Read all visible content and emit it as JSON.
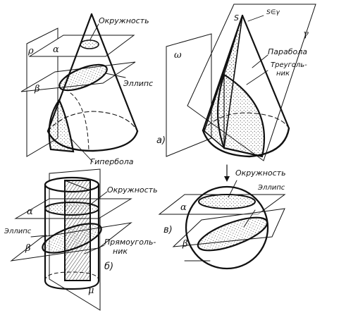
{
  "figure_a": {
    "label_circle": "Окружность",
    "label_ellipse": "Эллипс",
    "label_hyperbola": "Гипербола",
    "plane_rho": "ρ",
    "plane_alpha": "α",
    "plane_beta": "β",
    "caption": "а)"
  },
  "figure_cone_right": {
    "apex": "S",
    "apex_note": "S∈γ",
    "plane_gamma": "γ",
    "plane_omega": "ω",
    "label_parabola": "Парабола",
    "label_triangle_line1": "Треуголь-",
    "label_triangle_line2": "ник"
  },
  "figure_b": {
    "label_circle": "Окружность",
    "label_ellipse": "Эллипс",
    "label_rectangle_line1": "Прямоуголь-",
    "label_rectangle_line2": "ник",
    "plane_alpha": "α",
    "plane_beta": "β",
    "plane_mu": "μ",
    "caption": "б)"
  },
  "figure_v": {
    "label_circle": "Окружность",
    "label_ellipse": "Эллипс",
    "plane_alpha": "α",
    "plane_beta": "β",
    "caption": "в)"
  }
}
